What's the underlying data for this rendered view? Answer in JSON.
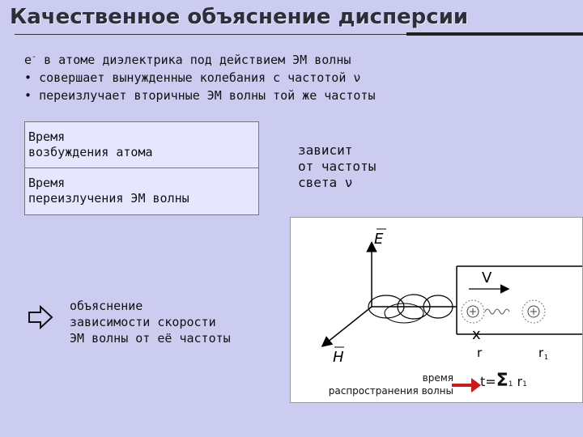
{
  "title": "Качественное объяснение дисперсии",
  "intro": {
    "line1_sup": "-",
    "line1_rest": " в атоме диэлектрика под действием ЭМ волны",
    "line1_prefix": "e",
    "bullet": "•",
    "item1": "совершает вынужденные колебания с частотой ν",
    "item2": "переизлучает вторичные ЭМ волны той же частоты"
  },
  "boxes": {
    "excitation": "Время\nвозбуждения атома",
    "reemission": "Время\nпереизлучения ЭМ волны"
  },
  "depends": "зависит\nот частоты\nсвета ν",
  "explanation": "объяснение\nзависимости скорости\nЭМ волны от её частоты",
  "figure": {
    "e_label": "E",
    "h_label": "H",
    "v_label": "V",
    "x_label": "x",
    "r_label": "r",
    "r1_label": "r",
    "r1_sub": "1"
  },
  "time_label": "время\nраспространения волны",
  "formula": {
    "prefix": "t=",
    "sigma": "Σ",
    "sub1": "1",
    "r": " r",
    "sub2": "1"
  },
  "colors": {
    "background": "#ccccf0",
    "box_fill": "#e6e6ff",
    "arrow": "#cc1a1a"
  }
}
